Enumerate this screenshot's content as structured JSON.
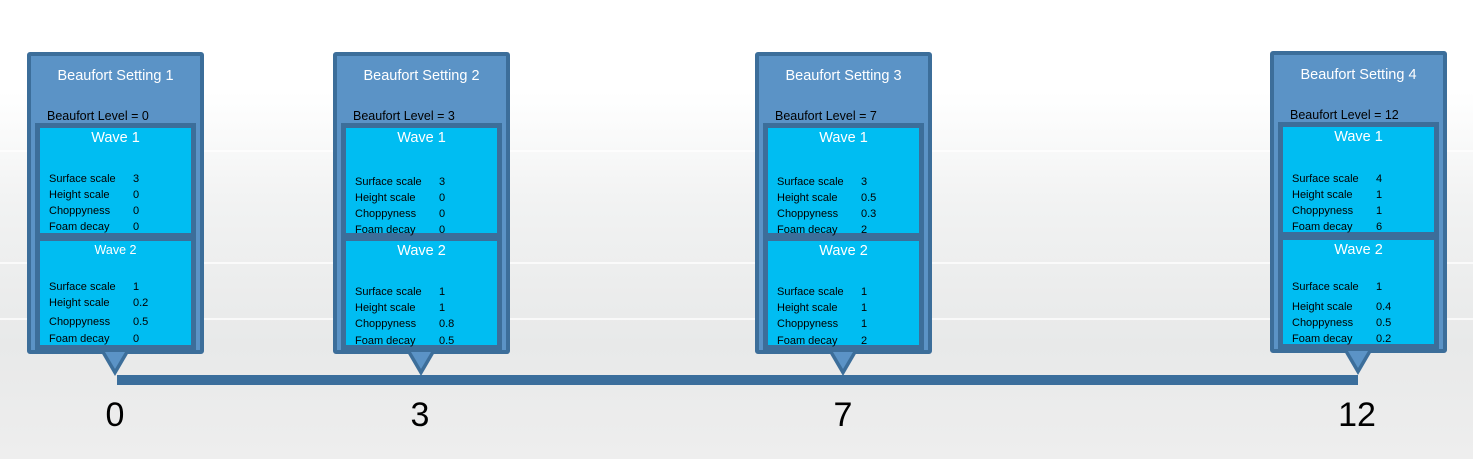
{
  "colors": {
    "setting_fill": "#5b93c6",
    "border": "#3c6e9a",
    "wave_fill": "#00bdf2",
    "timeline": "#3b6e9c"
  },
  "settings": [
    {
      "title": "Beaufort Setting 1",
      "level_label": "Beaufort Level = 0",
      "waves": [
        {
          "title": "Wave 1",
          "params": [
            {
              "label": "Surface scale",
              "value": "3"
            },
            {
              "label": "Height scale",
              "value": "0"
            },
            {
              "label": "Choppyness",
              "value": "0"
            },
            {
              "label": "Foam decay",
              "value": "0"
            }
          ]
        },
        {
          "title": "Wave 2",
          "params": [
            {
              "label": "Surface scale",
              "value": "1"
            },
            {
              "label": "Height scale",
              "value": "0.2"
            },
            {
              "label": "Choppyness",
              "value": "0.5"
            },
            {
              "label": "Foam decay",
              "value": "0"
            }
          ]
        }
      ]
    },
    {
      "title": "Beaufort Setting 2",
      "level_label": "Beaufort Level = 3",
      "waves": [
        {
          "title": "Wave 1",
          "params": [
            {
              "label": "Surface scale",
              "value": "3"
            },
            {
              "label": "Height scale",
              "value": "0"
            },
            {
              "label": "Choppyness",
              "value": "0"
            },
            {
              "label": "Foam decay",
              "value": "0"
            }
          ]
        },
        {
          "title": "Wave 2",
          "params": [
            {
              "label": "Surface scale",
              "value": "1"
            },
            {
              "label": "Height scale",
              "value": "1"
            },
            {
              "label": "Choppyness",
              "value": "0.8"
            },
            {
              "label": "Foam decay",
              "value": "0.5"
            }
          ]
        }
      ]
    },
    {
      "title": "Beaufort Setting 3",
      "level_label": "Beaufort Level = 7",
      "waves": [
        {
          "title": "Wave 1",
          "params": [
            {
              "label": "Surface scale",
              "value": "3"
            },
            {
              "label": "Height scale",
              "value": "0.5"
            },
            {
              "label": "Choppyness",
              "value": "0.3"
            },
            {
              "label": "Foam decay",
              "value": "2"
            }
          ]
        },
        {
          "title": "Wave 2",
          "params": [
            {
              "label": "Surface scale",
              "value": "1"
            },
            {
              "label": "Height scale",
              "value": "1"
            },
            {
              "label": "Choppyness",
              "value": "1"
            },
            {
              "label": "Foam decay",
              "value": "2"
            }
          ]
        }
      ]
    },
    {
      "title": "Beaufort Setting 4",
      "level_label": "Beaufort Level = 12",
      "waves": [
        {
          "title": "Wave 1",
          "params": [
            {
              "label": "Surface scale",
              "value": "4"
            },
            {
              "label": "Height scale",
              "value": "1"
            },
            {
              "label": "Choppyness",
              "value": "1"
            },
            {
              "label": "Foam decay",
              "value": "6"
            }
          ]
        },
        {
          "title": "Wave 2",
          "params": [
            {
              "label": "Surface scale",
              "value": "1"
            },
            {
              "label": "Height scale",
              "value": "0.4"
            },
            {
              "label": "Choppyness",
              "value": "0.5"
            },
            {
              "label": "Foam decay",
              "value": "0.2"
            }
          ]
        }
      ]
    }
  ],
  "timeline": {
    "labels": [
      "0",
      "3",
      "7",
      "12"
    ]
  }
}
